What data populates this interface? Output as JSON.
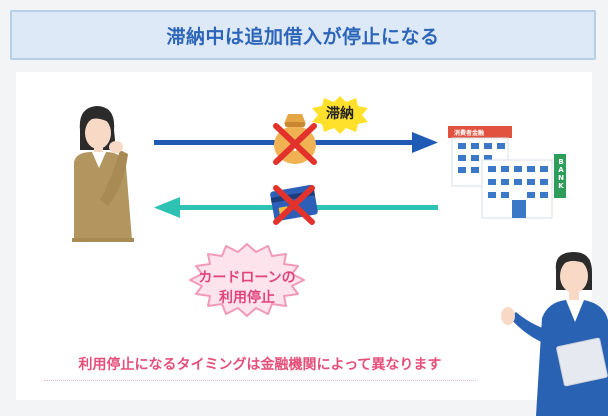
{
  "header": {
    "title": "滞納中は追加借入が停止になる"
  },
  "labels": {
    "delay_badge": "滞納",
    "stopped_line1": "カードローンの",
    "stopped_line2": "利用停止",
    "lender_sign": "消費者金融",
    "bank_sign": "BANK"
  },
  "caption": "利用停止になるタイミングは金融機関によって異なります",
  "colors": {
    "title_text": "#2d65b9",
    "arrow_blue": "#1f5bb5",
    "arrow_teal": "#2ec2b4",
    "cross_red": "#e2322b",
    "badge_yellow": "#ffe12b",
    "caption_pink": "#e5507b"
  },
  "icons": [
    "money-bag-icon",
    "credit-card-icon",
    "cross-icon",
    "building-icon",
    "person-icon"
  ]
}
